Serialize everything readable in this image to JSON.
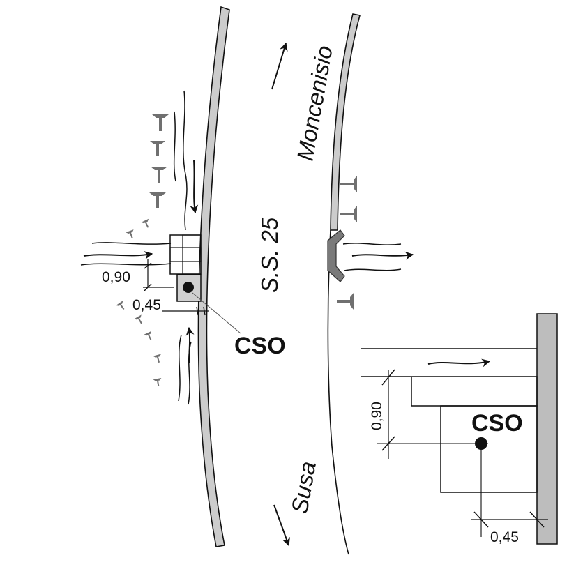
{
  "road_label": "S.S. 25",
  "direction_north": "Moncenisio",
  "direction_south": "Susa",
  "cso_label_main": "CSO",
  "cso_label_detail": "CSO",
  "main_dims": {
    "width_1": "0,90",
    "width_2": "0,45"
  },
  "detail_dims": {
    "vertical": "0,90",
    "horizontal": "0,45"
  },
  "colors": {
    "curb_fill": "#cccccc",
    "outlet_fill": "#7a7a7a",
    "vegetation": "#707070",
    "line": "#111111"
  }
}
